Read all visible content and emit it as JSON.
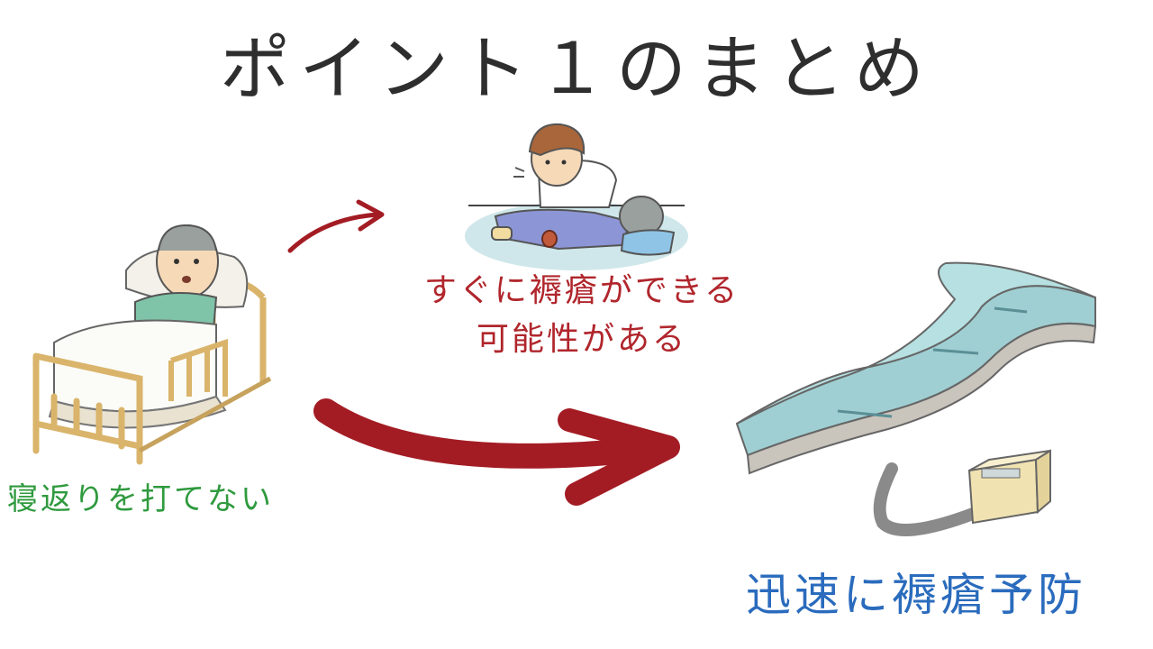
{
  "title": "ポイント１のまとめ",
  "labels": {
    "no_turning": "寝返りを打てない",
    "risk_line1": "すぐに褥瘡ができる",
    "risk_line2": "可能性がある",
    "prevention": "迅速に褥瘡予防"
  },
  "colors": {
    "title": "#2e2e2e",
    "green_text": "#2f9a3e",
    "red_text": "#b0262c",
    "blue_text": "#2a6bbd",
    "arrow": "#a31c24"
  }
}
